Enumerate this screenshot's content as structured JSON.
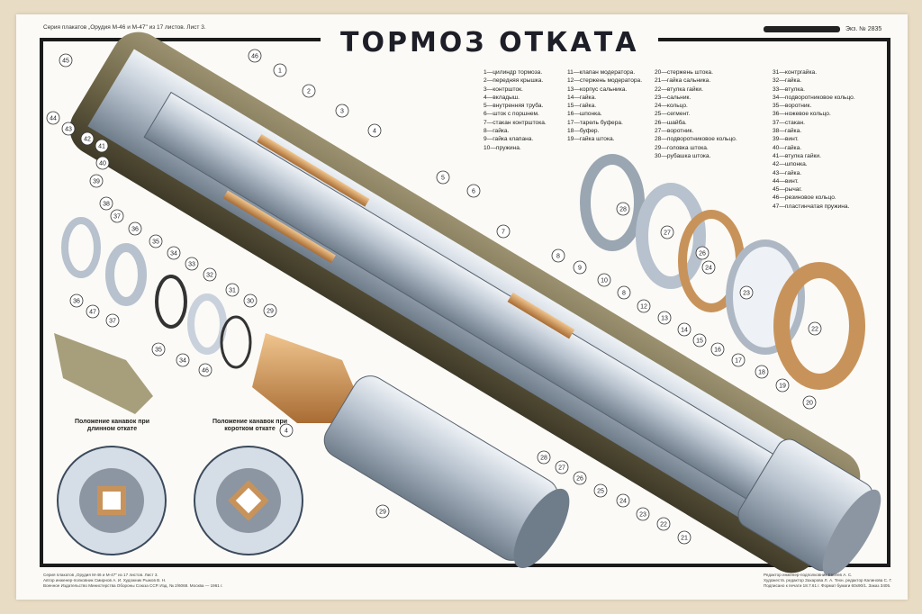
{
  "header": {
    "series": "Серия плакатов „Орудия М-46 и М-47\" из 17 листов. Лист 3.",
    "copy_label": "Экз. №",
    "copy_number": "2835"
  },
  "title": "ТОРМОЗ ОТКАТА",
  "legend": {
    "col1": [
      "1—цилиндр тормоза.",
      "2—передняя крышка.",
      "3—контршток.",
      "4—вкладыш.",
      "5—внутренняя труба.",
      "6—шток с поршнем.",
      "7—стакан контрштока.",
      "8—гайка.",
      "9—гайка клапана.",
      "10—пружина."
    ],
    "col2": [
      "11—клапан модератора.",
      "12—стержень модератора.",
      "13—корпус сальника.",
      "14—гайка.",
      "15—гайка.",
      "16—шпонка.",
      "17—тарель буфера.",
      "18—буфер.",
      "19—гайка штока."
    ],
    "col3": [
      "20—стержень штока.",
      "21—гайка сальника.",
      "22—втулка гайки.",
      "23—сальник.",
      "24—кольцо.",
      "25—сегмент.",
      "26—шайба.",
      "27—воротник.",
      "28—подворотниковое кольцо.",
      "29—головка штока.",
      "30—рубашка штока."
    ],
    "col4": [
      "31—контргайка.",
      "32—гайка.",
      "33—втулка.",
      "34—подворотниковое кольцо.",
      "35—воротник.",
      "36—ножевое кольцо.",
      "37—стакан.",
      "38—гайка.",
      "39—винт.",
      "40—гайка.",
      "41—втулка гайки.",
      "42—шпонка.",
      "43—гайка.",
      "44—винт.",
      "45—рычаг.",
      "46—резиновое кольцо.",
      "47—пластинчатая пружина."
    ]
  },
  "grooves": {
    "long": "Положение канавок при длинном откате",
    "short": "Положение канавок при коротком откате"
  },
  "callouts": [
    "45",
    "46",
    "1",
    "2",
    "3",
    "4",
    "44",
    "43",
    "42",
    "41",
    "40",
    "39",
    "38",
    "37",
    "36",
    "35",
    "34",
    "33",
    "32",
    "31",
    "30",
    "29",
    "5",
    "6",
    "7",
    "8",
    "9",
    "10",
    "8",
    "12",
    "13",
    "14",
    "15",
    "16",
    "17",
    "18",
    "19",
    "20",
    "28",
    "27",
    "26",
    "24",
    "23",
    "22",
    "36",
    "37",
    "47",
    "35",
    "34",
    "46",
    "4",
    "29",
    "28",
    "27",
    "26",
    "25",
    "24",
    "23",
    "22",
    "21"
  ],
  "footer": {
    "left": [
      "Серия плакатов „Орудия М-46 и М-47\" из 17 листов. Лист 3.",
      "Автор инженер-полковник Смирнов А. И. Художник Рыжов В. Н.",
      "Военное Издательство Министерства Обороны Союза ССР. Изд. № 2/6068. Москва — 1961 г."
    ],
    "right": [
      "Редактор инженер-подполковник Евсеев А. С.",
      "Художеств. редактор Захарова Л. А. Техн. редактор Калинова С. Г.",
      "Подписано к печати 18.7.61 г. Формат бумаги 60x90/1. Заказ 3405."
    ]
  },
  "colors": {
    "olive": "#7d7454",
    "steel": "#c9d2dc",
    "brass": "#c8935a",
    "frame": "#1b1b1b"
  }
}
